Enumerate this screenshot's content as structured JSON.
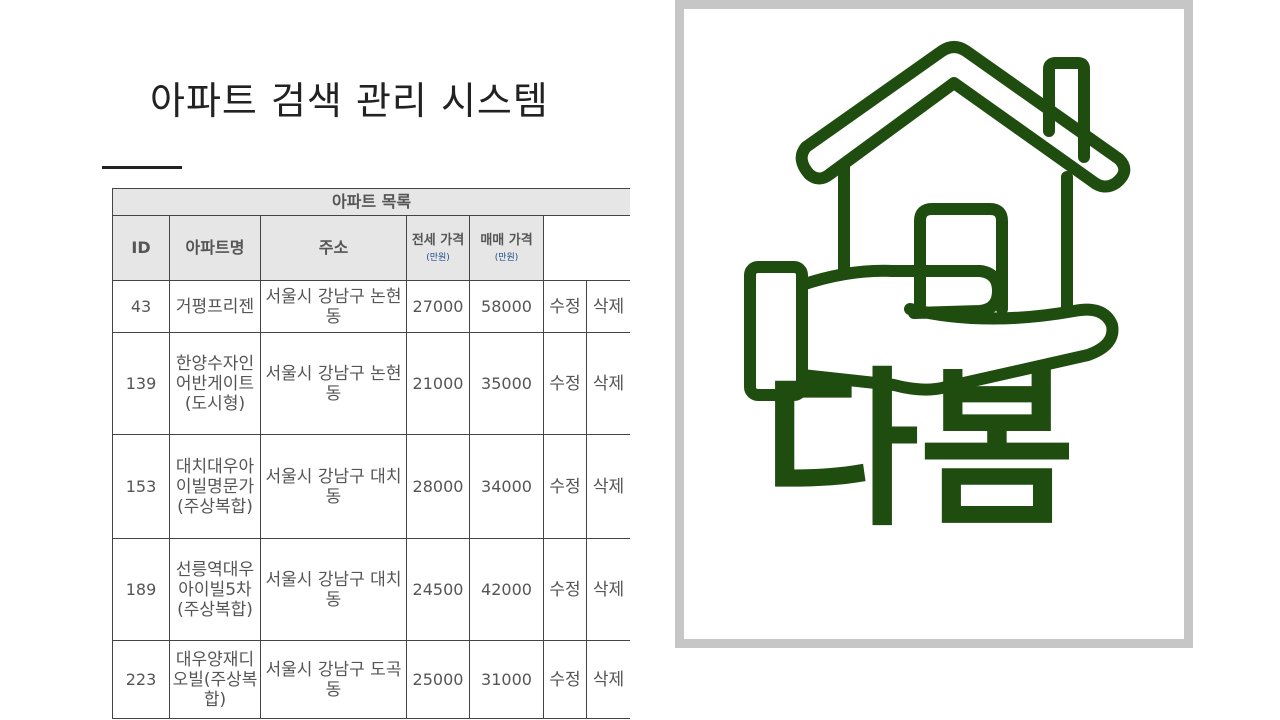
{
  "page": {
    "title": "아파트 검색 관리 시스템"
  },
  "table": {
    "caption": "아파트 목록",
    "headers": {
      "id": "ID",
      "name": "아파트명",
      "address": "주소",
      "jeonse": "전세 가격",
      "jeonse_unit": "(만원)",
      "sale": "매매 가격",
      "sale_unit": "(만원)"
    },
    "rows": [
      {
        "id": "43",
        "name": "거평프리젠",
        "address": "서울시 강남구 논현동",
        "jeonse": "27000",
        "sale": "58000",
        "edit": "수정",
        "delete": "삭제"
      },
      {
        "id": "139",
        "name": "한양수자인어반게이트(도시형)",
        "address": "서울시 강남구 논현동",
        "jeonse": "21000",
        "sale": "35000",
        "edit": "수정",
        "delete": "삭제"
      },
      {
        "id": "153",
        "name": "대치대우아이빌명문가(주상복합)",
        "address": "서울시 강남구 대치동",
        "jeonse": "28000",
        "sale": "34000",
        "edit": "수정",
        "delete": "삭제"
      },
      {
        "id": "189",
        "name": "선릉역대우아이빌5차(주상복합)",
        "address": "서울시 강남구 대치동",
        "jeonse": "24500",
        "sale": "42000",
        "edit": "수정",
        "delete": "삭제"
      },
      {
        "id": "223",
        "name": "대우양재디오빌(주상복합)",
        "address": "서울시 강남구 도곡동",
        "jeonse": "25000",
        "sale": "31000",
        "edit": "수정",
        "delete": "삭제"
      }
    ]
  },
  "logo": {
    "icon": "house-in-hand-icon",
    "text": "다봄",
    "color": "#1e4d0f"
  }
}
